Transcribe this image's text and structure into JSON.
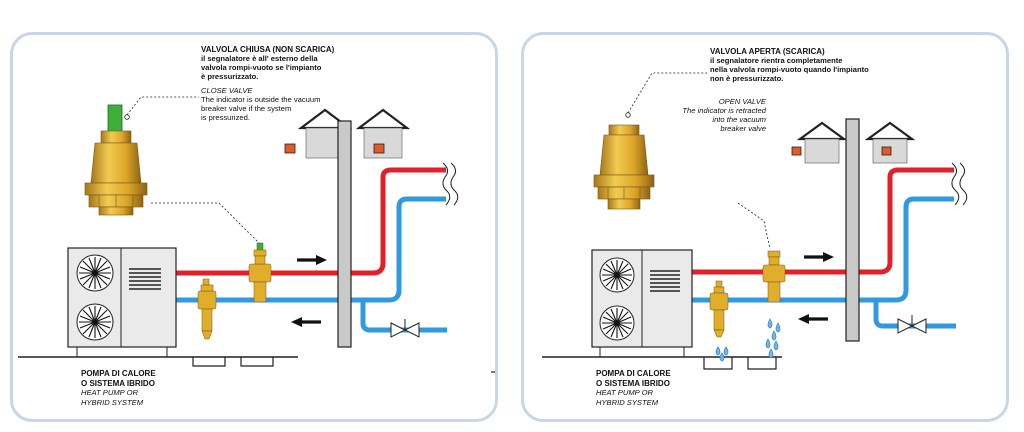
{
  "left": {
    "title_it": "VALVOLA CHIUSA (NON SCARICA)",
    "desc_it": [
      "il segnalatore è all' esterno della",
      "valvola rompi-vuoto se l'impianto",
      "è pressurizzato."
    ],
    "title_en": "CLOSE VALVE",
    "desc_en": [
      "The indicator is outside the vacuum",
      "breaker valve if the system",
      "is pressurized."
    ],
    "label_it": [
      "POMPA DI CALORE",
      "O SISTEMA IBRIDO"
    ],
    "label_en": [
      "HEAT PUMP OR",
      "HYBRID SYSTEM"
    ]
  },
  "right": {
    "title_it": "VALVOLA APERTA (SCARICA)",
    "desc_it": [
      "il segnalatore rientra completamente",
      "nella valvola rompi-vuoto quando l'impianto",
      "non è pressurizzato."
    ],
    "title_en": "OPEN VALVE",
    "desc_en": [
      "The indicator is retracted",
      "into the vacuum",
      "breaker valve"
    ],
    "label_it": [
      "POMPA DI CALORE",
      "O SISTEMA IBRIDO"
    ],
    "label_en": [
      "HEAT PUMP OR",
      "HYBRID SYSTEM"
    ]
  },
  "colors": {
    "hot_pipe": "#e3202a",
    "cold_pipe": "#2f9ae0",
    "brass": "#e0ae2a",
    "indicator": "#3fae3a",
    "panel_border": "#c8d6e8",
    "house_window": "#e05a2a",
    "wall": "#c9c9c9"
  },
  "icons": [
    "vacuum-breaker-valve-icon",
    "heat-pump-icon",
    "house-icon",
    "flow-arrow-icon",
    "gate-valve-icon",
    "water-drop-icon"
  ]
}
